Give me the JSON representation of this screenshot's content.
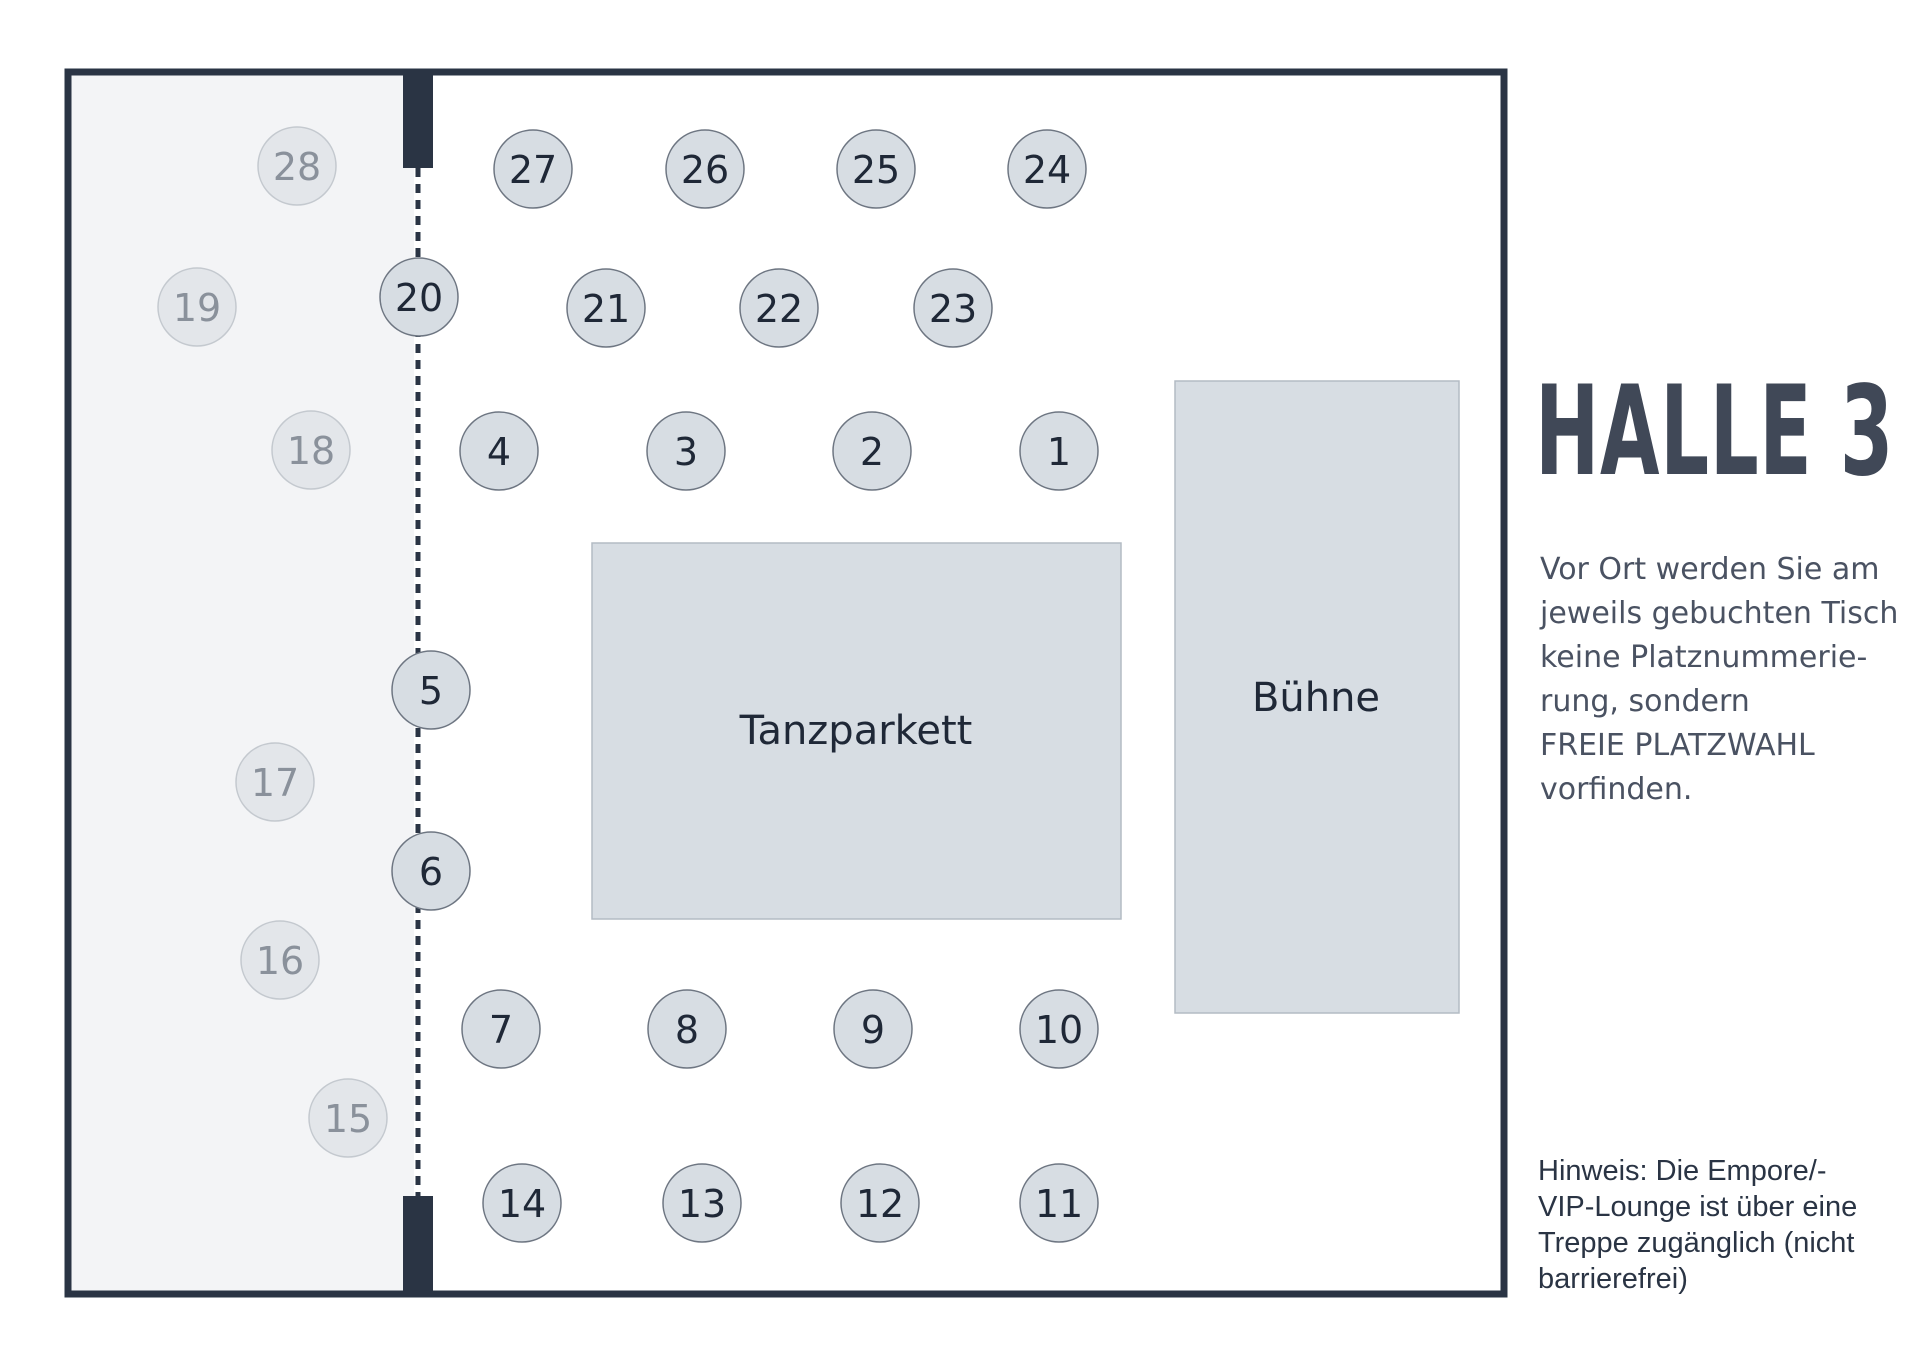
{
  "hall": {
    "title": "HALLE 3",
    "info_lines": [
      "Vor Ort werden Sie am",
      "jeweils gebuchten Tisch",
      "keine Platznummerie-",
      "rung, sondern",
      "FREIE PLATZWAHL",
      "vorfinden."
    ],
    "note_lines": [
      "Hinweis: Die Empore/-",
      "VIP-Lounge ist über eine",
      "Treppe zugänglich (nicht",
      "barrierefrei)"
    ]
  },
  "areas": {
    "dance_floor": "Tanzparkett",
    "stage": "Bühne"
  },
  "colors": {
    "wall": "#2a3444",
    "table_fill": "#d7dde3",
    "table_stroke": "#6e7682",
    "table_text": "#1f2837",
    "empore_fill": "#f3f4f6",
    "empore_table_fill": "#e3e6ea",
    "empore_table_stroke": "#c4c9cf",
    "empore_table_text": "#8a919b",
    "title": "#404857"
  },
  "tables": [
    {
      "label": "1",
      "zone": "main"
    },
    {
      "label": "2",
      "zone": "main"
    },
    {
      "label": "3",
      "zone": "main"
    },
    {
      "label": "4",
      "zone": "main"
    },
    {
      "label": "5",
      "zone": "main"
    },
    {
      "label": "6",
      "zone": "main"
    },
    {
      "label": "7",
      "zone": "main"
    },
    {
      "label": "8",
      "zone": "main"
    },
    {
      "label": "9",
      "zone": "main"
    },
    {
      "label": "10",
      "zone": "main"
    },
    {
      "label": "11",
      "zone": "main"
    },
    {
      "label": "12",
      "zone": "main"
    },
    {
      "label": "13",
      "zone": "main"
    },
    {
      "label": "14",
      "zone": "main"
    },
    {
      "label": "15",
      "zone": "empore"
    },
    {
      "label": "16",
      "zone": "empore"
    },
    {
      "label": "17",
      "zone": "empore"
    },
    {
      "label": "18",
      "zone": "empore"
    },
    {
      "label": "19",
      "zone": "empore"
    },
    {
      "label": "20",
      "zone": "main"
    },
    {
      "label": "21",
      "zone": "main"
    },
    {
      "label": "22",
      "zone": "main"
    },
    {
      "label": "23",
      "zone": "main"
    },
    {
      "label": "24",
      "zone": "main"
    },
    {
      "label": "25",
      "zone": "main"
    },
    {
      "label": "26",
      "zone": "main"
    },
    {
      "label": "27",
      "zone": "main"
    },
    {
      "label": "28",
      "zone": "empore"
    }
  ]
}
